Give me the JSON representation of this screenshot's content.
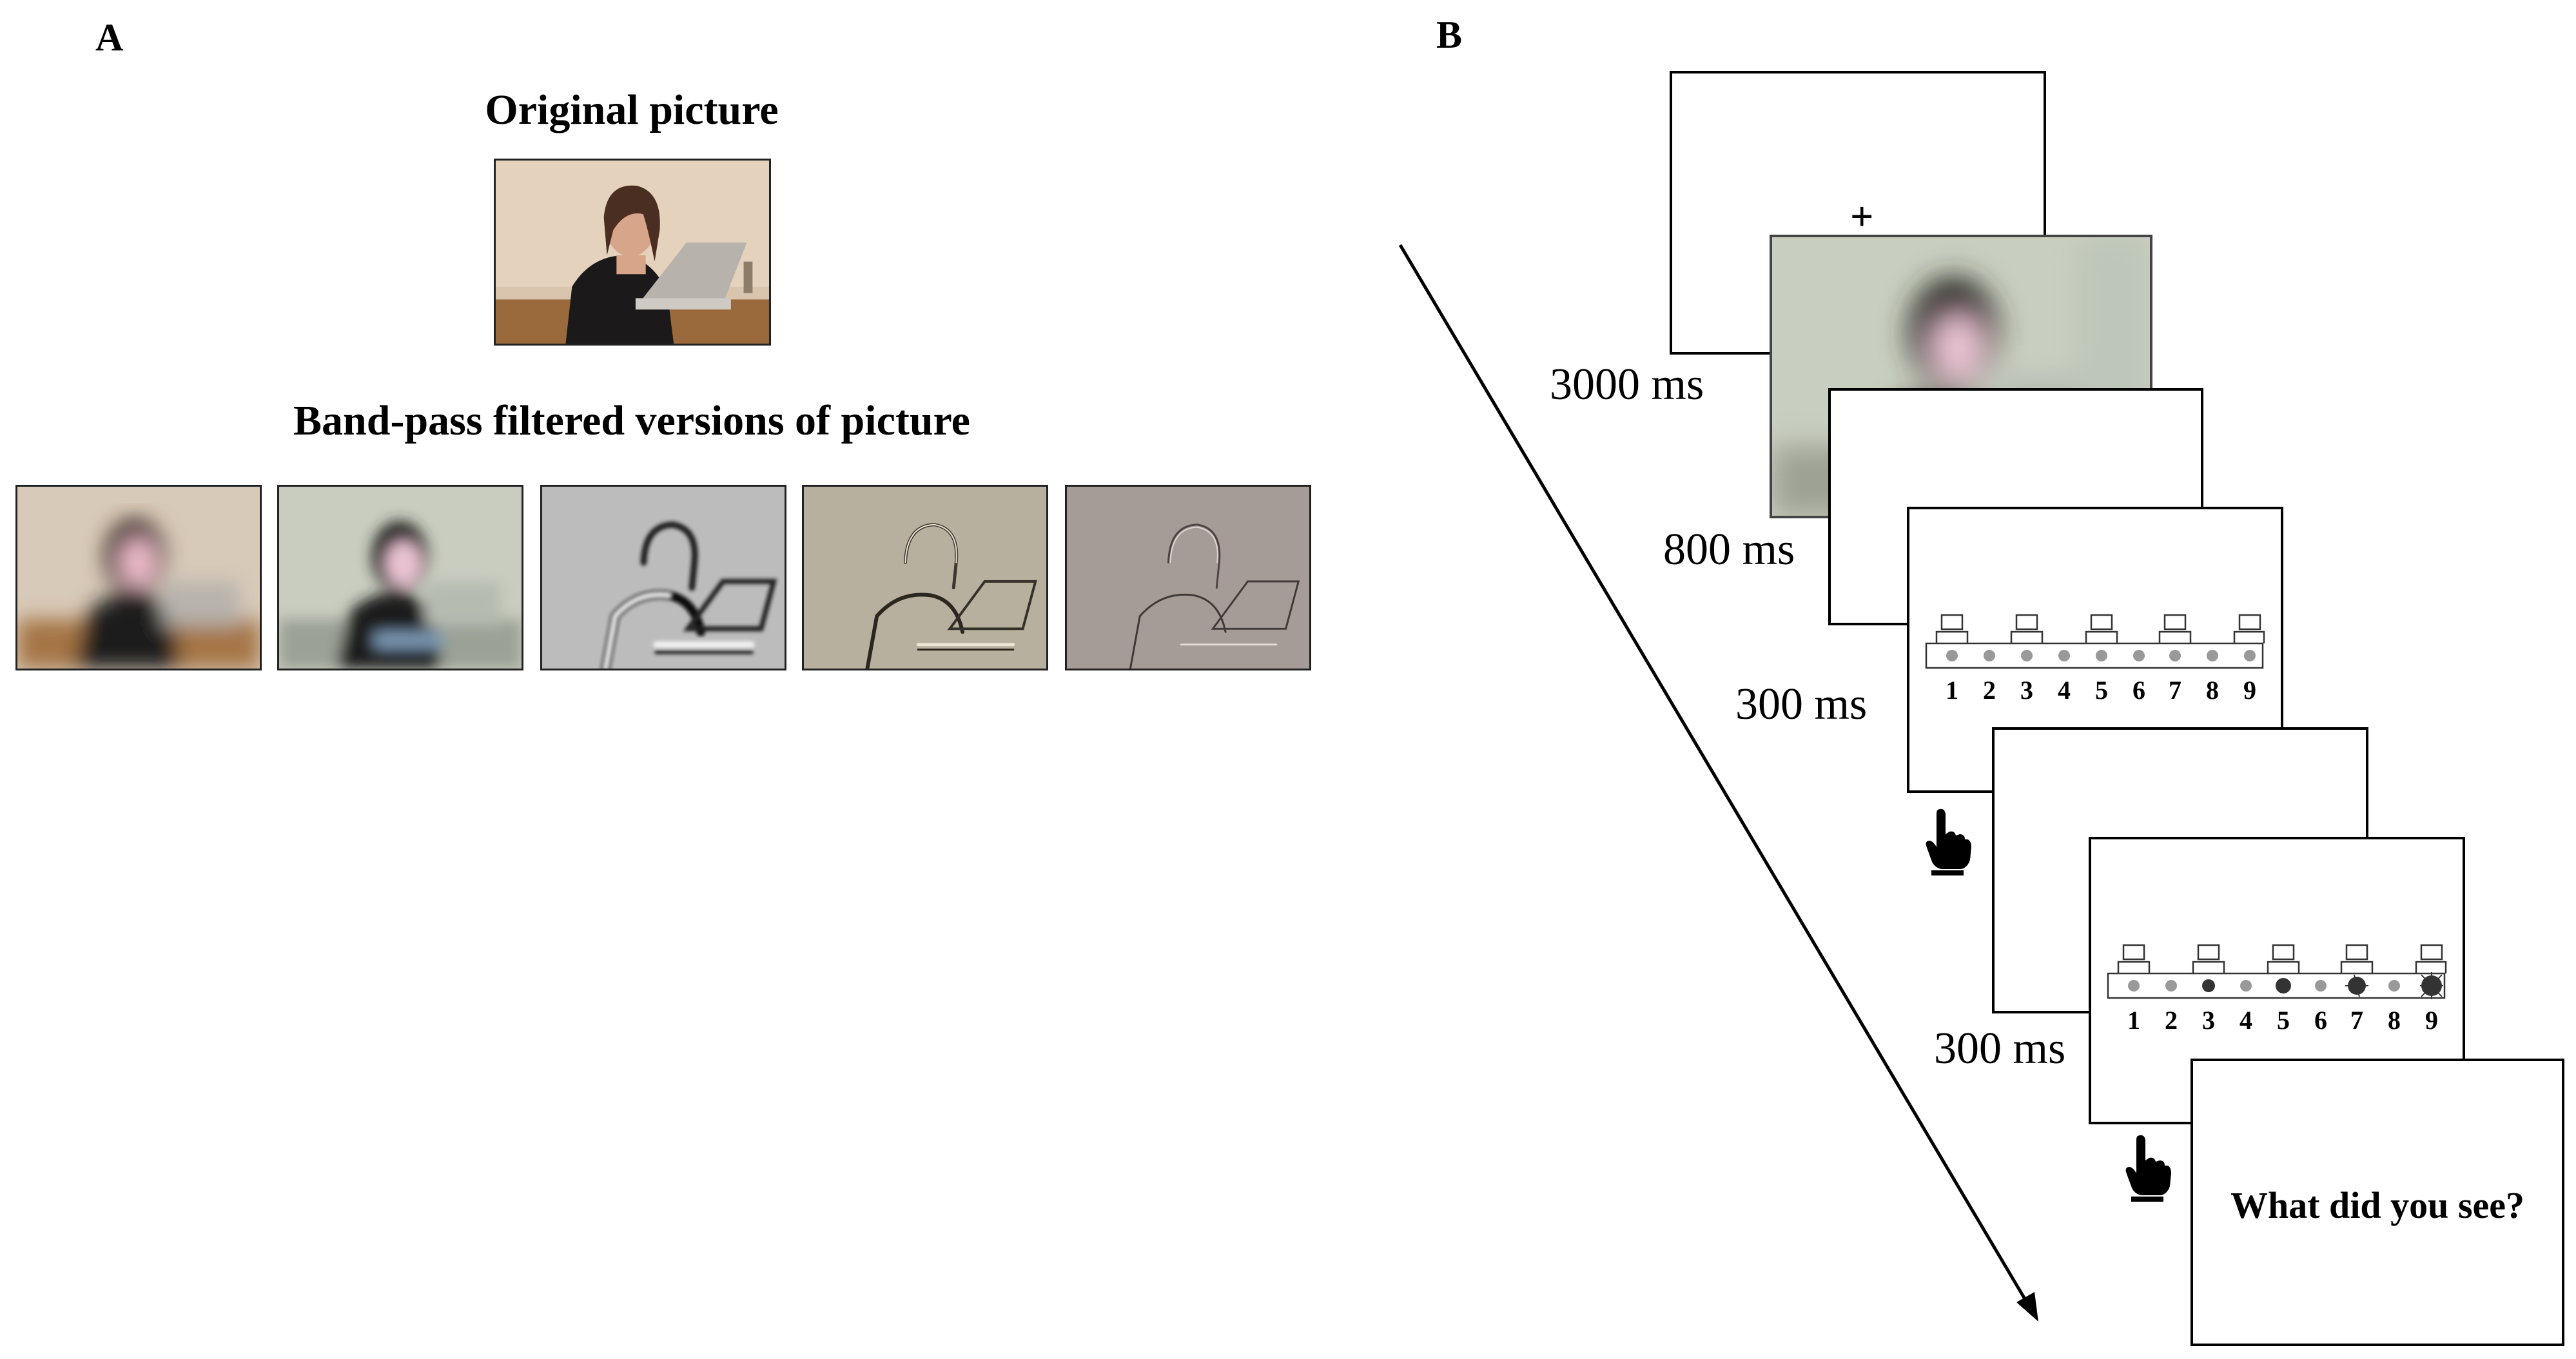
{
  "panel_a": {
    "label": "A",
    "original_title": "Original picture",
    "filtered_title": "Band-pass filtered versions of picture"
  },
  "panel_b": {
    "label": "B",
    "fixation": "+",
    "timings": [
      "3000 ms",
      "800 ms",
      "300 ms",
      "300 ms"
    ],
    "scale_numbers": [
      "1",
      "2",
      "3",
      "4",
      "5",
      "6",
      "7",
      "8",
      "9"
    ],
    "question": "What did you see?",
    "icons": [
      "hand-pointer-icon",
      "hand-pointer-icon",
      "arrow-icon"
    ]
  }
}
